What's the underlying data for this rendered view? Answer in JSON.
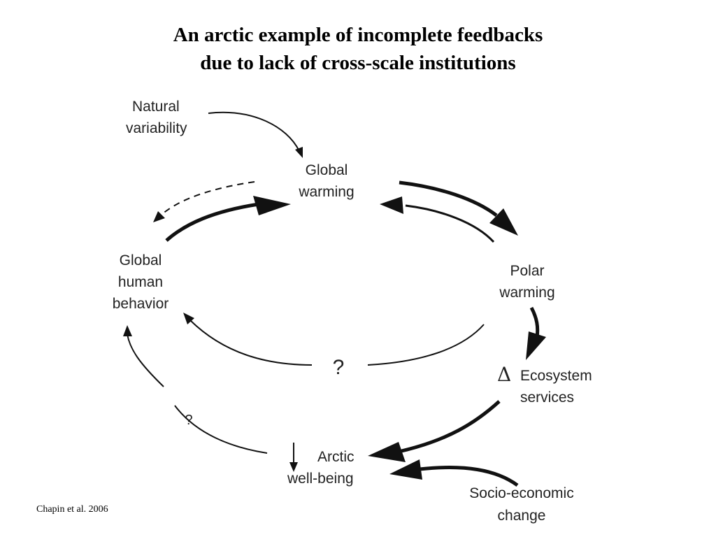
{
  "title": {
    "line1": "An arctic example of incomplete feedbacks",
    "line2": "due to lack of cross-scale institutions"
  },
  "nodes": {
    "natural_variability": [
      "Natural",
      "variability"
    ],
    "global_warming": [
      "Global",
      "warming"
    ],
    "global_human_behavior": [
      "Global",
      "human",
      "behavior"
    ],
    "polar_warming": [
      "Polar",
      "warming"
    ],
    "ecosystem_services": {
      "symbol": "Δ",
      "lines": [
        "Ecosystem",
        "services"
      ]
    },
    "arctic_well_being": {
      "symbol": "↓",
      "lines": [
        "Arctic",
        "well-being"
      ]
    },
    "socio_economic_change": [
      "Socio-economic",
      "change"
    ]
  },
  "question_marks": {
    "center": "?",
    "lower_left": "?"
  },
  "citation": "Chapin et al. 2006"
}
